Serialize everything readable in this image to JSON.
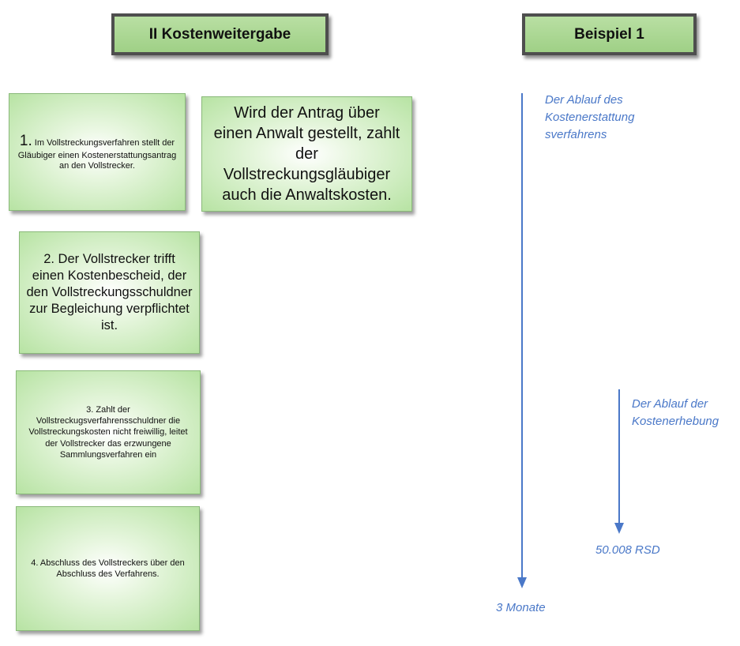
{
  "headers": {
    "left": "II Kostenweitergabe",
    "right": "Beispiel 1"
  },
  "steps": {
    "step1": {
      "number": "1.",
      "text": "Im Vollstreckungsverfahren stellt der Gläubiger einen Kostenerstattungsantrag an den Vollstrecker."
    },
    "note": "Wird der Antrag über einen Anwalt gestellt, zahlt der Vollstreckungsgläubiger auch die Anwaltskosten.",
    "step2": "2. Der Vollstrecker trifft einen Kostenbescheid, der den Vollstreckungsschuldner zur Begleichung verpflichtet ist.",
    "step3": "3. Zahlt der Vollstreckugsverfahrensschuldner die Vollstreckungskosten nicht freiwillig, leitet der Vollstrecker das erzwungene Sammlungsverfahren ein",
    "step4": "4. Abschluss des Vollstreckers über den Abschluss des Verfahrens."
  },
  "timeline": {
    "long_label": "Der Ablauf des Kostenerstattung sverfahrens",
    "long_end": "3 Monate",
    "short_label": "Der Ablauf der Kostenerhebung",
    "short_end": "50.008 RSD",
    "arrow_color": "#4a78c8"
  }
}
